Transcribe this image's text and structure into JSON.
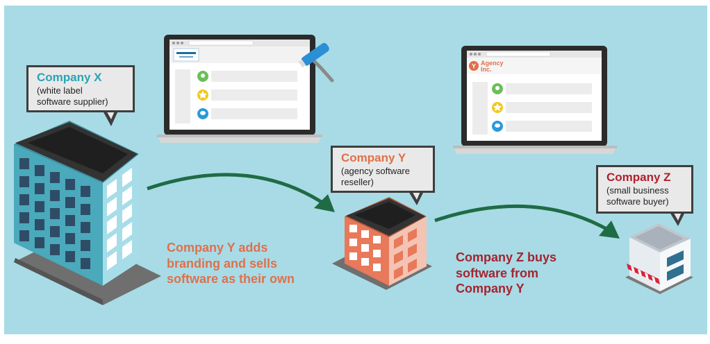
{
  "callouts": {
    "x": {
      "name": "Company X",
      "desc1": "(white label",
      "desc2": "software supplier)"
    },
    "y": {
      "name": "Company Y",
      "desc1": "(agency software",
      "desc2": "reseller)"
    },
    "z": {
      "name": "Company Z",
      "desc1": "(small business",
      "desc2": "software buyer)"
    }
  },
  "captions": {
    "y": {
      "line1": "Company Y adds",
      "line2": "branding and sells",
      "line3": "software as their own"
    },
    "z": {
      "line1": "Company Z buys",
      "line2": "software from",
      "line3": "Company Y"
    }
  },
  "laptop_right": {
    "logo_letter": "Y",
    "logo_line1": "Agency",
    "logo_line2": "Inc."
  },
  "colors": {
    "background": "#a8dbe6",
    "arrow": "#1f6b45",
    "company_x": "#2aa3b3",
    "company_y": "#e0704a",
    "company_z": "#b0202b"
  },
  "icons": [
    "map-pin-icon",
    "star-icon",
    "chat-icon",
    "paint-roller-icon"
  ]
}
